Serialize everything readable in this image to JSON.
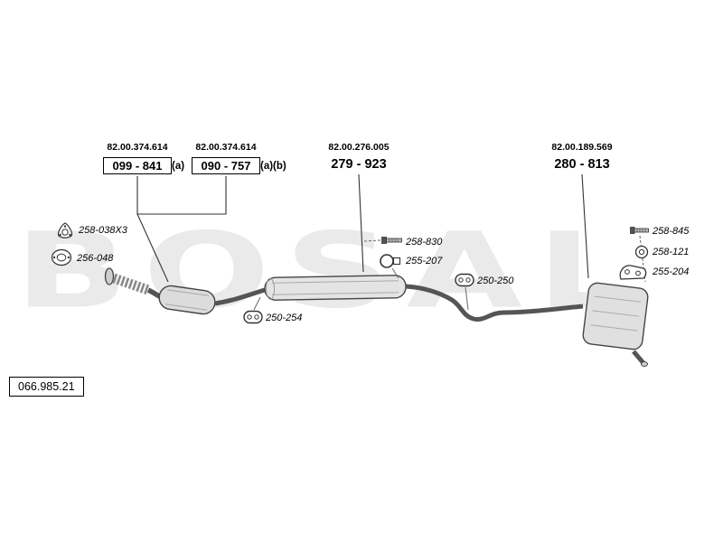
{
  "watermark": "BOSAL",
  "doc_number": "066.985.21",
  "assemblies": [
    {
      "ref": "82.00.374.614",
      "part": "099 - 841",
      "suffix": "(a)"
    },
    {
      "ref": "82.00.374.614",
      "part": "090 - 757",
      "suffix": "(a)(b)"
    },
    {
      "ref": "82.00.276.005",
      "part": "279 - 923",
      "suffix": ""
    },
    {
      "ref": "82.00.189.569",
      "part": "280 - 813",
      "suffix": ""
    }
  ],
  "parts": [
    {
      "label": "258-038X3",
      "icon": "gasket-triangular-icon"
    },
    {
      "label": "256-048",
      "icon": "gasket-round-icon"
    },
    {
      "label": "258-830",
      "icon": "bolt-icon"
    },
    {
      "label": "255-207",
      "icon": "clamp-icon"
    },
    {
      "label": "250-250",
      "icon": "rubber-hanger-icon"
    },
    {
      "label": "250-254",
      "icon": "rubber-hanger-icon"
    },
    {
      "label": "258-845",
      "icon": "bolt-icon"
    },
    {
      "label": "258-121",
      "icon": "washer-icon"
    },
    {
      "label": "255-204",
      "icon": "mount-bracket-icon"
    }
  ],
  "colors": {
    "line": "#333333",
    "pipe": "#555555",
    "fill_light": "#e2e2e2",
    "watermark": "#eaeaea"
  }
}
